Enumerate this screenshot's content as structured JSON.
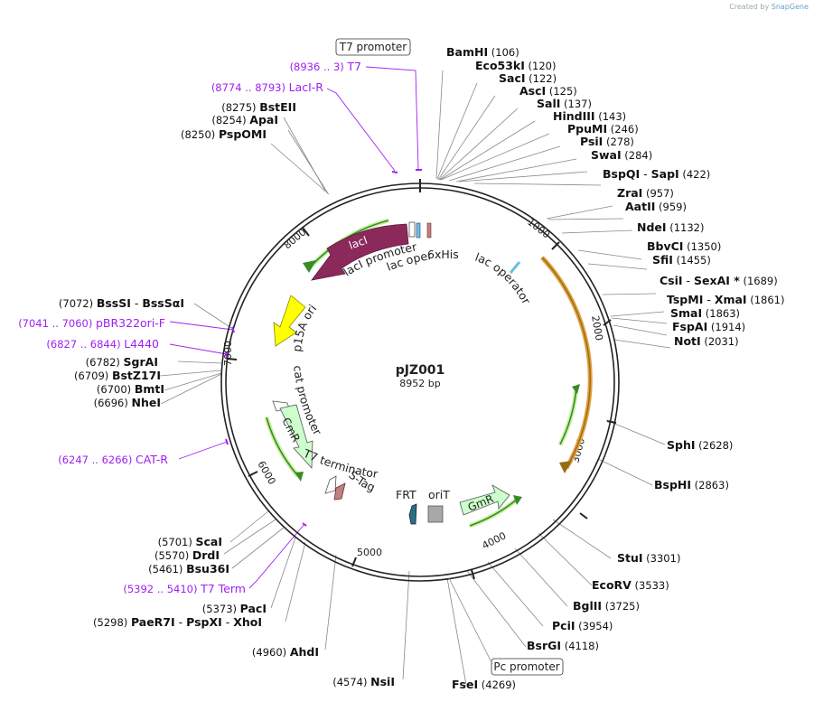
{
  "credit": {
    "prefix": "Created by",
    "brand": "SnapGene"
  },
  "plasmid": {
    "name": "pJZ001",
    "length_label": "8952 bp",
    "length": 8952
  },
  "colors": {
    "backbone": "#222222",
    "lacI": "#8b2a5a",
    "p15A_ori": "#ffff00",
    "CmR": "#ccffcc",
    "GmR": "#ccffcc",
    "FRT": "#2a6f80",
    "orf_orange": "#e0a040",
    "orf_green": "#3a8a2a",
    "primer": "#a020f0",
    "S_Tag": "#c08080",
    "oriT": "#a8a8a8",
    "lac_operator": "#6cc0e0"
  },
  "tick_labels": [
    "1000",
    "2000",
    "3000",
    "4000",
    "5000",
    "6000",
    "7000",
    "8000"
  ],
  "features": {
    "lacI": "lacI",
    "lacI_promoter": "lacI promoter",
    "his": "6xHis",
    "lac_operator_1": "lac operator",
    "lac_operator_2": "lac operator",
    "p15A_ori": "p15A ori",
    "cat_promoter": "cat promoter",
    "CmR": "CmR",
    "T7_terminator": "T7 terminator",
    "S_Tag": "S-Tag",
    "FRT": "FRT",
    "oriT": "oriT",
    "GmR": "GmR"
  },
  "boxed_labels": {
    "t7_promoter": "T7 promoter",
    "pc_promoter": "Pc promoter"
  },
  "primers": [
    {
      "pos": "(8936 .. 3)",
      "name": "T7"
    },
    {
      "pos": "(8774 .. 8793)",
      "name": "LacI-R"
    },
    {
      "pos": "(7041 .. 7060)",
      "name": "pBR322ori-F"
    },
    {
      "pos": "(6827 .. 6844)",
      "name": "L4440"
    },
    {
      "pos": "(6247 .. 6266)",
      "name": "CAT-R"
    },
    {
      "pos": "(5392 .. 5410)",
      "name": "T7 Term"
    }
  ],
  "sites_right": [
    {
      "name": "BamHI",
      "pos": "(106)"
    },
    {
      "name": "Eco53kI",
      "pos": "(120)"
    },
    {
      "name": "SacI",
      "pos": "(122)"
    },
    {
      "name": "AscI",
      "pos": "(125)"
    },
    {
      "name": "SalI",
      "pos": "(137)"
    },
    {
      "name": "HindIII",
      "pos": "(143)"
    },
    {
      "name": "PpuMI",
      "pos": "(246)"
    },
    {
      "name": "PsiI",
      "pos": "(278)"
    },
    {
      "name": "SwaI",
      "pos": "(284)"
    },
    {
      "name": "BspQI",
      "name2": "SapI",
      "pos": "(422)"
    },
    {
      "name": "ZraI",
      "pos": "(957)"
    },
    {
      "name": "AatII",
      "pos": "(959)"
    },
    {
      "name": "NdeI",
      "pos": "(1132)"
    },
    {
      "name": "BbvCI",
      "pos": "(1350)"
    },
    {
      "name": "SfiI",
      "pos": "(1455)"
    },
    {
      "name": "CsiI",
      "name2": "SexAI *",
      "pos": "(1689)"
    },
    {
      "name": "TspMI",
      "name2": "XmaI",
      "pos": "(1861)"
    },
    {
      "name": "SmaI",
      "pos": "(1863)"
    },
    {
      "name": "FspAI",
      "pos": "(1914)"
    },
    {
      "name": "NotI",
      "pos": "(2031)"
    },
    {
      "name": "SphI",
      "pos": "(2628)"
    },
    {
      "name": "BspHI",
      "pos": "(2863)"
    },
    {
      "name": "StuI",
      "pos": "(3301)"
    },
    {
      "name": "EcoRV",
      "pos": "(3533)"
    },
    {
      "name": "BglII",
      "pos": "(3725)"
    },
    {
      "name": "PciI",
      "pos": "(3954)"
    },
    {
      "name": "BsrGI",
      "pos": "(4118)"
    },
    {
      "name": "FseI",
      "pos": "(4269)"
    }
  ],
  "sites_left": [
    {
      "name": "BstEII",
      "pos": "(8275)"
    },
    {
      "name": "ApaI",
      "pos": "(8254)"
    },
    {
      "name": "PspOMI",
      "pos": "(8250)"
    },
    {
      "name": "BssSI",
      "name2": "BssSαI",
      "pos": "(7072)"
    },
    {
      "name": "SgrAI",
      "pos": "(6782)"
    },
    {
      "name": "BstZ17I",
      "pos": "(6709)"
    },
    {
      "name": "BmtI",
      "pos": "(6700)"
    },
    {
      "name": "NheI",
      "pos": "(6696)"
    },
    {
      "name": "ScaI",
      "pos": "(5701)"
    },
    {
      "name": "DrdI",
      "pos": "(5570)"
    },
    {
      "name": "Bsu36I",
      "pos": "(5461)"
    },
    {
      "name": "PacI",
      "pos": "(5373)"
    },
    {
      "name": "PaeR7I",
      "name2": "PspXI",
      "name3": "XhoI",
      "pos": "(5298)"
    },
    {
      "name": "AhdI",
      "pos": "(4960)"
    },
    {
      "name": "NsiI",
      "pos": "(4574)"
    }
  ]
}
